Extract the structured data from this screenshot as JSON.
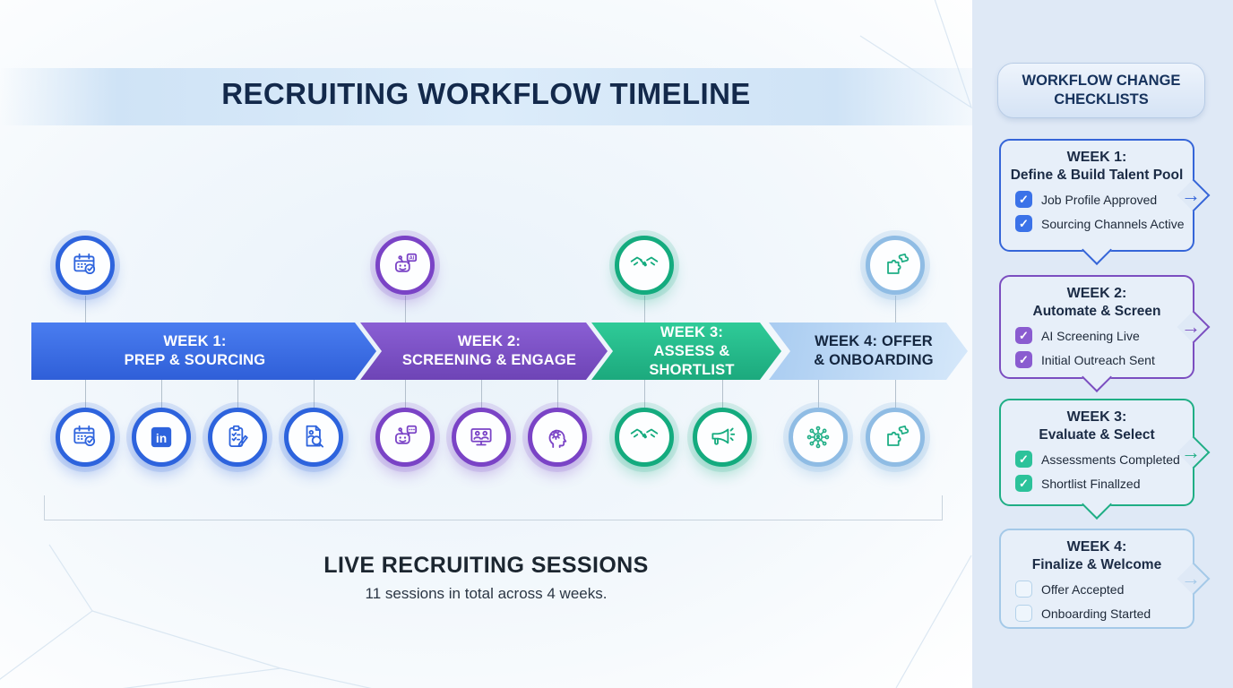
{
  "title": "RECRUITING WORKFLOW TIMELINE",
  "timeline": {
    "weeks": [
      {
        "line1": "WEEK 1:",
        "line2": "PREP & SOURCING",
        "color": "#3a6ae6",
        "milestone_icon": "calendar-check-icon",
        "session_icons": [
          "calendar-check-icon",
          "linkedin-icon",
          "checklist-pencil-icon",
          "resume-search-icon"
        ]
      },
      {
        "line1": "WEEK 2:",
        "line2": "SCREENING & ENGAGE",
        "color": "#7b4fc4",
        "milestone_icon": "ai-robot-icon",
        "session_icons": [
          "robot-chat-icon",
          "video-interview-icon",
          "head-gear-icon"
        ]
      },
      {
        "line1": "WEEK 3:",
        "line2": "ASSESS & SHORTLIST",
        "color": "#27bd8e",
        "milestone_icon": "handshake-icon",
        "session_icons": [
          "handshake-icon",
          "megaphone-icon"
        ]
      },
      {
        "line1": "WEEK 4: OFFER",
        "line2": "& ONBOARDING",
        "color": "#bdd7f4",
        "milestone_icon": "puzzle-icon",
        "session_icons": [
          "talent-network-icon",
          "puzzle-icon"
        ]
      }
    ]
  },
  "sessions_note": {
    "title": "LIVE RECRUITING SESSIONS",
    "subtitle": "11 sessions in total across 4 weeks."
  },
  "sidebar": {
    "header": "WORKFLOW CHANGE CHECKLISTS",
    "cards": [
      {
        "week": "WEEK 1:",
        "subtitle": "Define & Build Talent Pool",
        "accent": "#3565d8",
        "items": [
          {
            "label": "Job Profile Approved",
            "checked": true
          },
          {
            "label": "Sourcing Channels Active",
            "checked": true
          }
        ]
      },
      {
        "week": "WEEK 2:",
        "subtitle": "Automate & Screen",
        "accent": "#7b4ec0",
        "items": [
          {
            "label": "AI Screening Live",
            "checked": true
          },
          {
            "label": "Initial Outreach Sent",
            "checked": true
          }
        ]
      },
      {
        "week": "WEEK 3:",
        "subtitle": "Evaluate & Select",
        "accent": "#1fae85",
        "items": [
          {
            "label": "Assessments Completed",
            "checked": true
          },
          {
            "label": "Shortlist Finallzed",
            "checked": true
          }
        ]
      },
      {
        "week": "WEEK 4:",
        "subtitle": "Finalize & Welcome",
        "accent": "#a4c9e8",
        "items": [
          {
            "label": "Offer Accepted",
            "checked": false
          },
          {
            "label": "Onboarding Started",
            "checked": false
          }
        ]
      }
    ]
  },
  "colors": {
    "week1_blue": "#3a6ae6",
    "week2_purple": "#7b4fc4",
    "week3_teal": "#27bd8e",
    "week4_sky": "#bdd7f4",
    "sidebar_bg": "#dfe9f6",
    "title_navy": "#13294b"
  }
}
